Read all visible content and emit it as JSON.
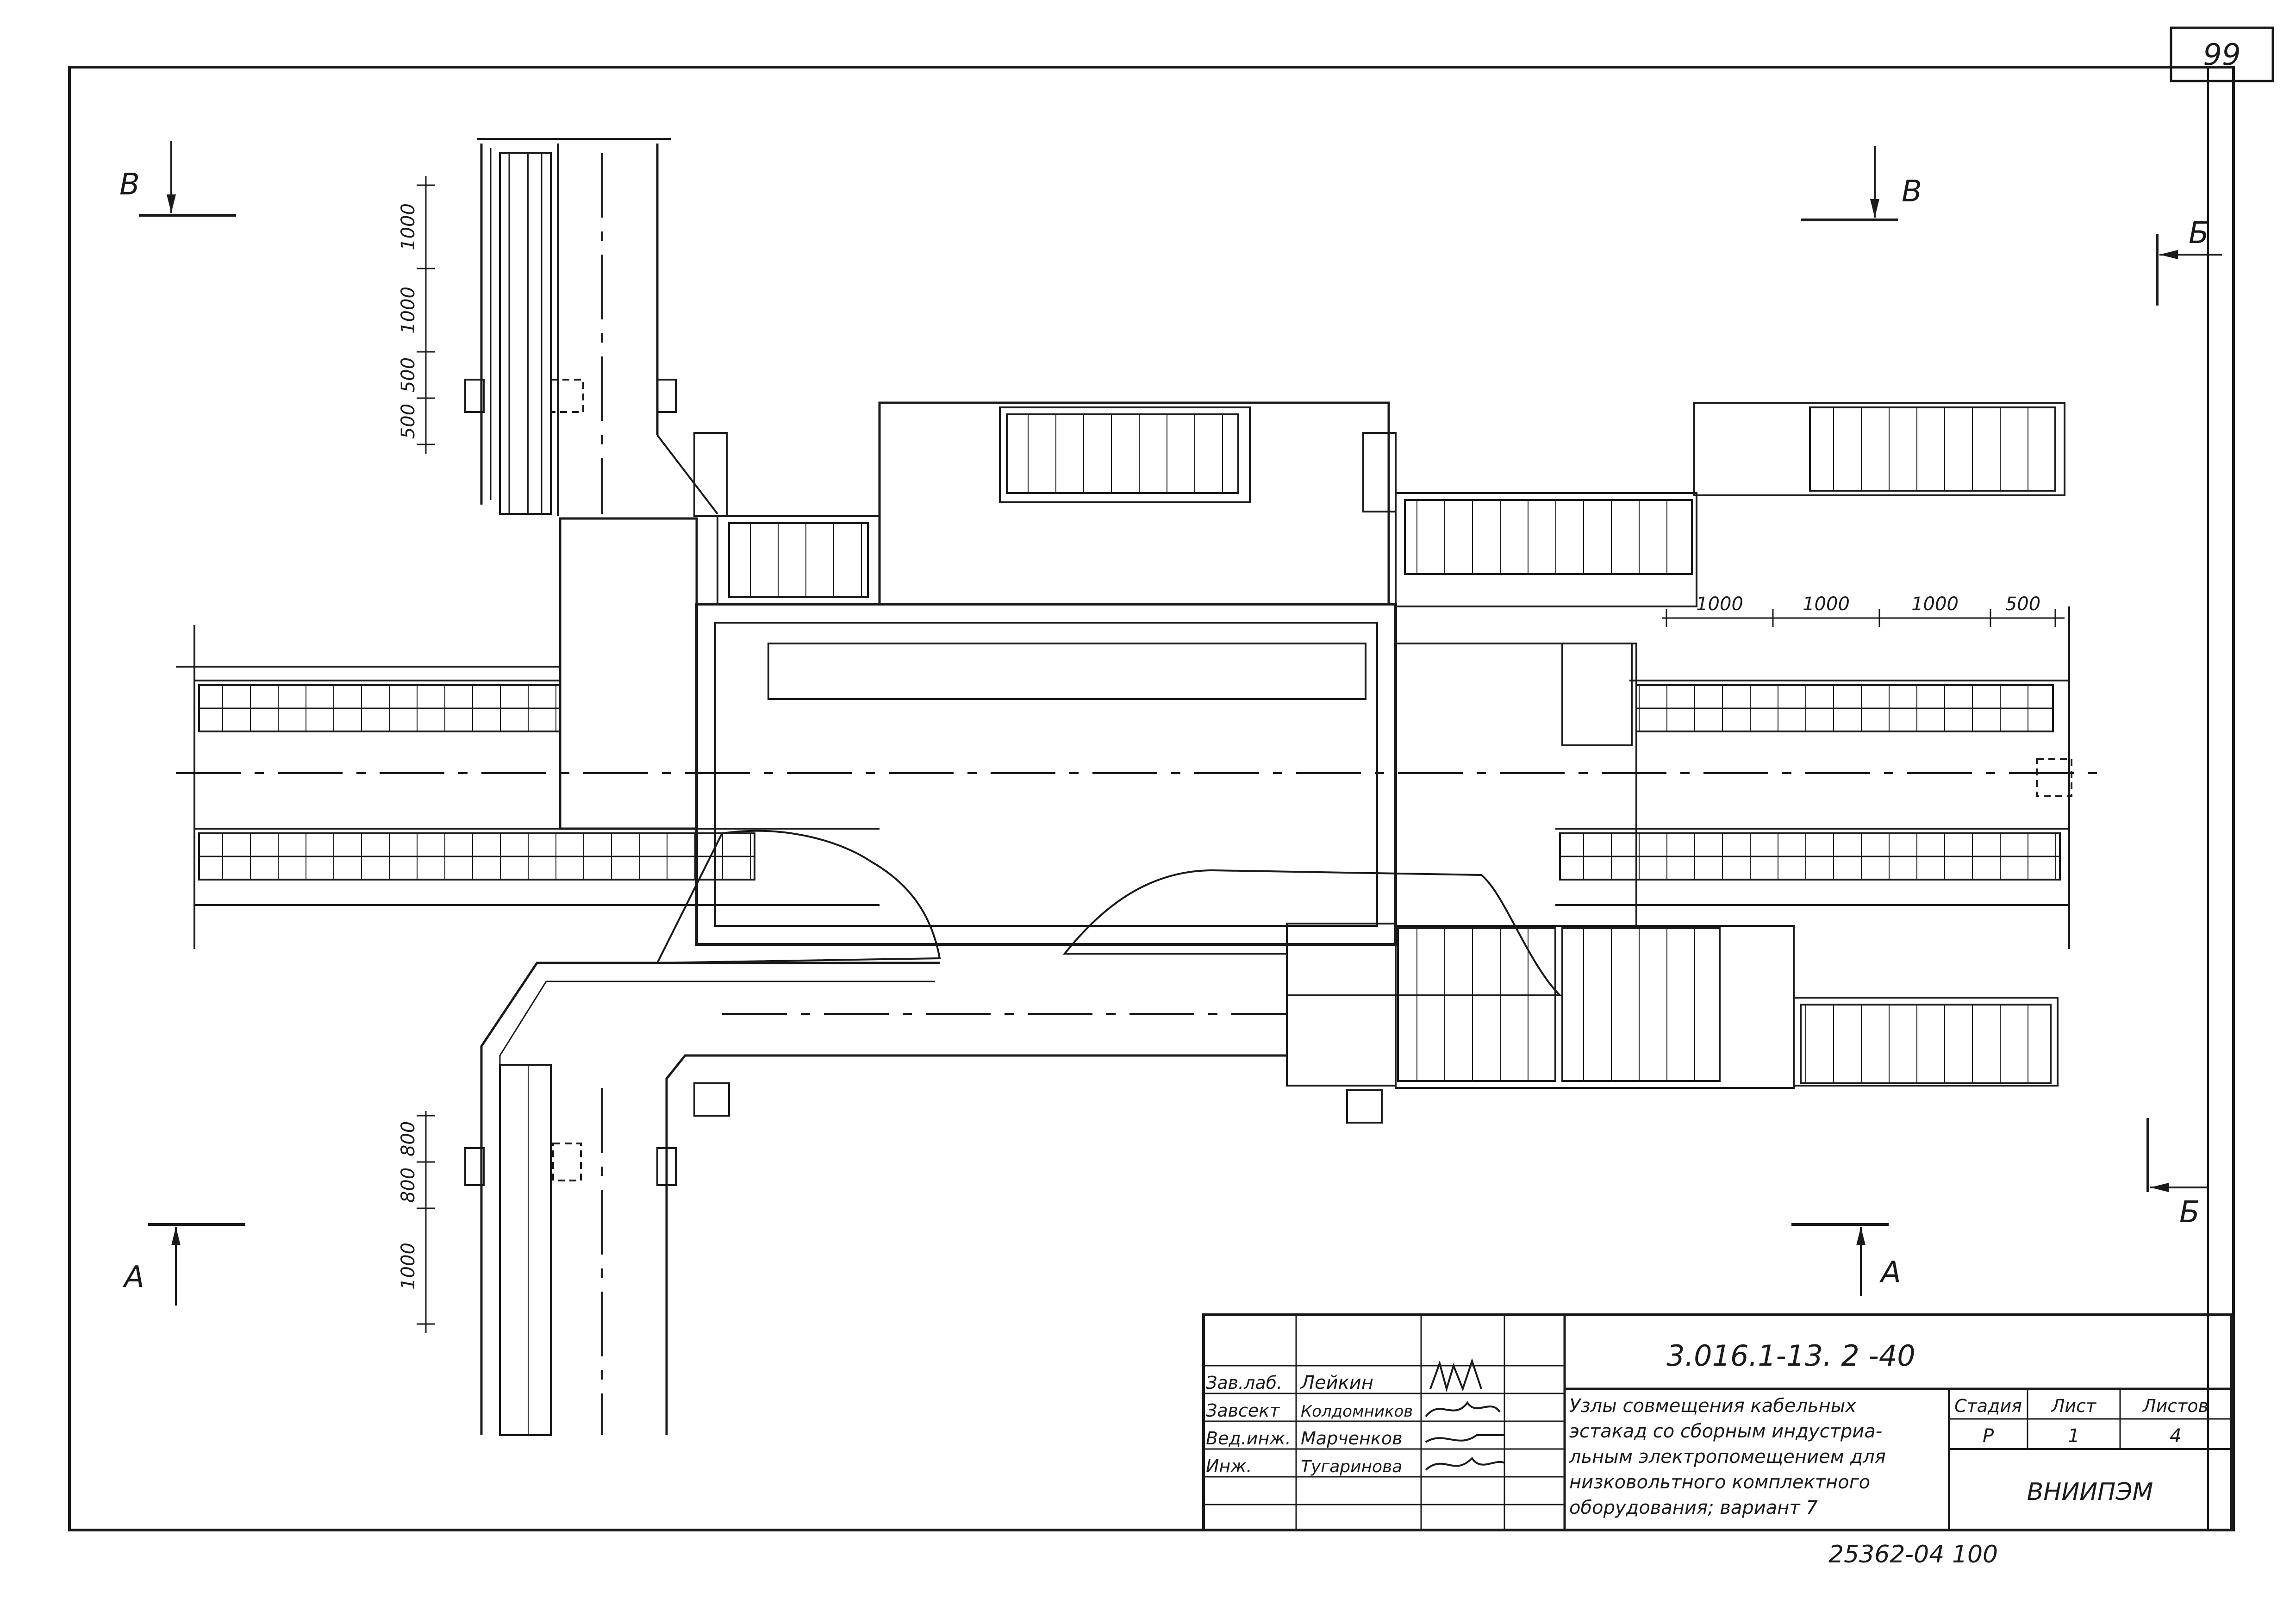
{
  "sheet_number": "99",
  "sections": {
    "A": "А",
    "B": "Б",
    "V": "В"
  },
  "dimensions": {
    "top_vertical": [
      "1000",
      "1000",
      "500",
      "500"
    ],
    "bottom_vertical": [
      "800",
      "800",
      "1000"
    ],
    "right_horizontal": [
      "1000",
      "1000",
      "1000",
      "500"
    ]
  },
  "title_block": {
    "code": "3.016.1-13. 2   -40",
    "title_lines": [
      "Узлы совмещения кабельных",
      "эстакад со сборным индустриа-",
      "льным электропомещением для",
      "низковольтного комплектного",
      "оборудования; вариант 7"
    ],
    "roles": [
      "Зав.лаб.",
      "Завсект",
      "Вед.инж.",
      "Инж."
    ],
    "names": [
      "Лейкин",
      "Колдомников",
      "Марченков",
      "Тугаринова"
    ],
    "stage_label": "Стадия",
    "sheet_label": "Лист",
    "sheets_label": "Листов",
    "stage": "Р",
    "sheet": "1",
    "sheets": "4",
    "org": "ВНИИПЭМ"
  },
  "footer": "25362-04     100"
}
